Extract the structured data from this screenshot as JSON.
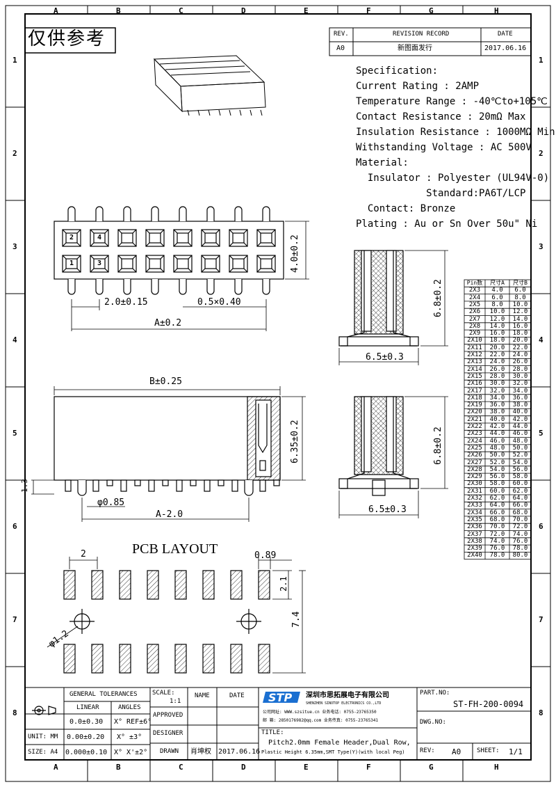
{
  "frame": {
    "cols": [
      "A",
      "B",
      "C",
      "D",
      "E",
      "F",
      "G",
      "H"
    ],
    "rows": [
      "1",
      "2",
      "3",
      "4",
      "5",
      "6",
      "7",
      "8"
    ]
  },
  "stamp": "仅供参考",
  "revision": {
    "headers": [
      "REV.",
      "REVISION RECORD",
      "DATE"
    ],
    "rev": "A0",
    "record": "新图面发行",
    "date": "2017.06.16"
  },
  "spec": [
    "Specification:",
    "Current Rating : 2AMP",
    "Temperature Range : -40℃to+105℃",
    "Contact Resistance : 20mΩ Max",
    "Insulation Resistance : 1000MΩ Min",
    "Withstanding Voltage : AC 500V",
    "Material:",
    "  Insulator : Polyester (UL94V-0)",
    "            Standard:PA6T/LCP",
    "  Contact: Bronze",
    "Plating : Au or Sn Over 50u\" Ni"
  ],
  "dims": {
    "top_h": "4.0±0.2",
    "pitch": "2.0±0.15",
    "pin": "0.5×0.40",
    "a": "A±0.2",
    "side_h": "6.8±0.2",
    "side_w": "6.5±0.3",
    "b": "B±0.25",
    "front_h": "6.35±0.2",
    "peg": "1.3",
    "dia": "φ0.85",
    "a2": "A-2.0",
    "side2_h": "6.8±0.2",
    "side2_w": "6.5±0.3"
  },
  "pin_nums": [
    "2",
    "4",
    "1",
    "3"
  ],
  "pcb": {
    "title": "PCB LAYOUT",
    "pitch": "2",
    "pad_w": "0.89",
    "pad_h": "2.1",
    "height": "7.4",
    "hole": "φ1.2"
  },
  "pin_table": {
    "headers": [
      "Pin数",
      "尺寸A",
      "尺寸B"
    ],
    "rows": [
      [
        "2X3",
        "4.0",
        "6.0"
      ],
      [
        "2X4",
        "6.0",
        "8.0"
      ],
      [
        "2X5",
        "8.0",
        "10.0"
      ],
      [
        "2X6",
        "10.0",
        "12.0"
      ],
      [
        "2X7",
        "12.0",
        "14.0"
      ],
      [
        "2X8",
        "14.0",
        "16.0"
      ],
      [
        "2X9",
        "16.0",
        "18.0"
      ],
      [
        "2X10",
        "18.0",
        "20.0"
      ],
      [
        "2X11",
        "20.0",
        "22.0"
      ],
      [
        "2X12",
        "22.0",
        "24.0"
      ],
      [
        "2X13",
        "24.0",
        "26.0"
      ],
      [
        "2X14",
        "26.0",
        "28.0"
      ],
      [
        "2X15",
        "28.0",
        "30.0"
      ],
      [
        "2X16",
        "30.0",
        "32.0"
      ],
      [
        "2X17",
        "32.0",
        "34.0"
      ],
      [
        "2X18",
        "34.0",
        "36.0"
      ],
      [
        "2X19",
        "36.0",
        "38.0"
      ],
      [
        "2X20",
        "38.0",
        "40.0"
      ],
      [
        "2X21",
        "40.0",
        "42.0"
      ],
      [
        "2X22",
        "42.0",
        "44.0"
      ],
      [
        "2X23",
        "44.0",
        "46.0"
      ],
      [
        "2X24",
        "46.0",
        "48.0"
      ],
      [
        "2X25",
        "48.0",
        "50.0"
      ],
      [
        "2X26",
        "50.0",
        "52.0"
      ],
      [
        "2X27",
        "52.0",
        "54.0"
      ],
      [
        "2X28",
        "54.0",
        "56.0"
      ],
      [
        "2X29",
        "56.0",
        "58.0"
      ],
      [
        "2X30",
        "58.0",
        "60.0"
      ],
      [
        "2X31",
        "60.0",
        "62.0"
      ],
      [
        "2X32",
        "62.0",
        "64.0"
      ],
      [
        "2X33",
        "64.0",
        "66.0"
      ],
      [
        "2X34",
        "66.0",
        "68.0"
      ],
      [
        "2X35",
        "68.0",
        "70.0"
      ],
      [
        "2X36",
        "70.0",
        "72.0"
      ],
      [
        "2X37",
        "72.0",
        "74.0"
      ],
      [
        "2X38",
        "74.0",
        "76.0"
      ],
      [
        "2X39",
        "76.0",
        "78.0"
      ],
      [
        "2X40",
        "78.0",
        "80.0"
      ]
    ]
  },
  "title_block": {
    "gen_tol": "GENERAL TOLERANCES",
    "linear": "LINEAR",
    "angles": "ANGLES",
    "tol1": "0.0±0.30",
    "ang1": "X° REF±6°",
    "tol2": "0.00±0.20",
    "ang2": "X° ±3°",
    "tol3": "0.000±0.10",
    "ang3": "X° X'±2°",
    "unit": "UNIT: MM",
    "size": "SIZE: A4",
    "scale_label": "SCALE:",
    "scale": "1:1",
    "name": "NAME",
    "date": "DATE",
    "approved": "APPROVED",
    "designer": "DESIGNER",
    "drawn": "DRAWN",
    "drawn_name": "肖坤权",
    "drawn_date": "2017.06.16",
    "company_cn": "深圳市思拓展电子有限公司",
    "company_en": "SHENZHEN SINOTOP ELECTRONICS CO.,LTD",
    "contact1": "公司网址: WWW.szsitue.cn        业务电话: 0755-23765350",
    "contact2": "邮      箱: 2850176982@qq.com        业务传真: 0755-23765341",
    "title_label": "TITLE:",
    "title1": "Pitch2.0mm Female Header,Dual Row,",
    "title2": "Plastic Height 6.35mm,SMT Type(Y)(with local Peg)",
    "part_label": "PART.NO:",
    "part_no": "ST-FH-200-0094",
    "dwg_label": "DWG.NO:",
    "rev_label": "REV:",
    "rev": "A0",
    "sheet_label": "SHEET:",
    "sheet": "1/1"
  }
}
